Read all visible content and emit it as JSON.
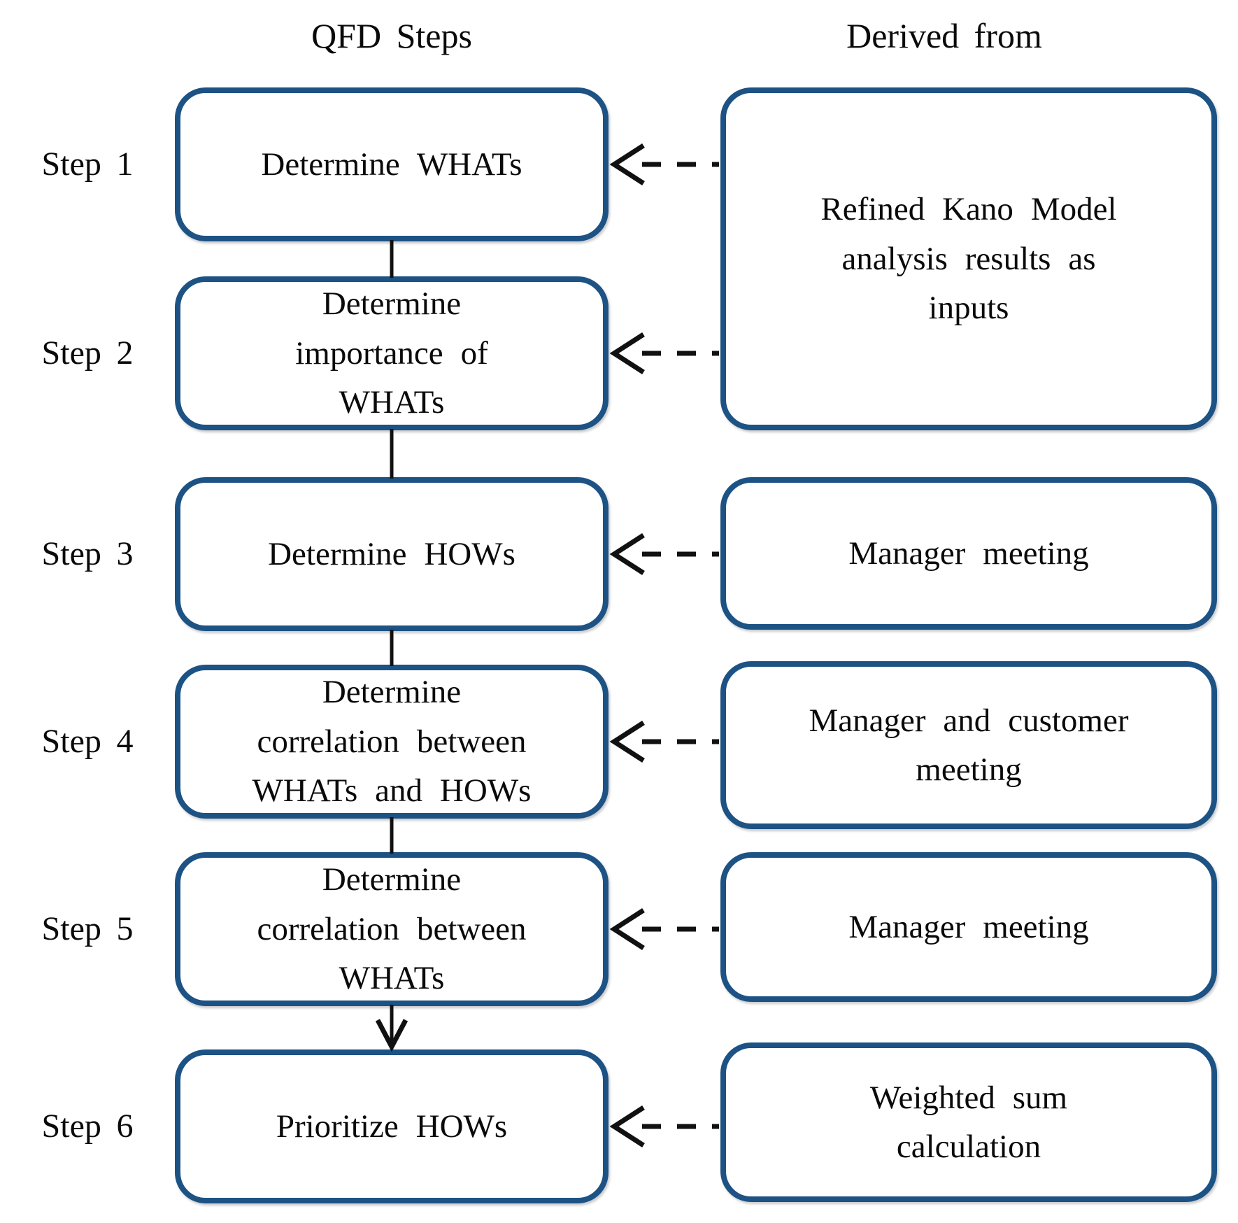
{
  "diagram": {
    "headers": {
      "left": "QFD Steps",
      "right": "Derived from"
    },
    "steps": [
      {
        "step_label": "Step 1",
        "title_lines": [
          "Determine WHATs"
        ]
      },
      {
        "step_label": "Step 2",
        "title_lines": [
          "Determine",
          "importance of",
          "WHATs"
        ]
      },
      {
        "step_label": "Step 3",
        "title_lines": [
          "Determine HOWs"
        ]
      },
      {
        "step_label": "Step 4",
        "title_lines": [
          "Determine",
          "correlation between",
          "WHATs and HOWs"
        ]
      },
      {
        "step_label": "Step 5",
        "title_lines": [
          "Determine",
          "correlation between",
          "WHATs"
        ]
      },
      {
        "step_label": "Step 6",
        "title_lines": [
          "Prioritize HOWs"
        ]
      }
    ],
    "sources": [
      {
        "label_lines": [
          "Refined Kano Model",
          "analysis results as",
          "inputs"
        ],
        "feeds_steps": [
          "Step 1",
          "Step 2"
        ]
      },
      {
        "label_lines": [
          "Manager meeting"
        ],
        "feeds_steps": [
          "Step 3"
        ]
      },
      {
        "label_lines": [
          "Manager and customer",
          "meeting"
        ],
        "feeds_steps": [
          "Step 4"
        ]
      },
      {
        "label_lines": [
          "Manager meeting"
        ],
        "feeds_steps": [
          "Step 5"
        ]
      },
      {
        "label_lines": [
          "Weighted sum",
          "calculation"
        ],
        "feeds_steps": [
          "Step 6"
        ]
      }
    ],
    "colors": {
      "box_border": "#1d5284",
      "arrow": "#111111",
      "text": "#0a0a0a",
      "background": "#ffffff"
    }
  }
}
